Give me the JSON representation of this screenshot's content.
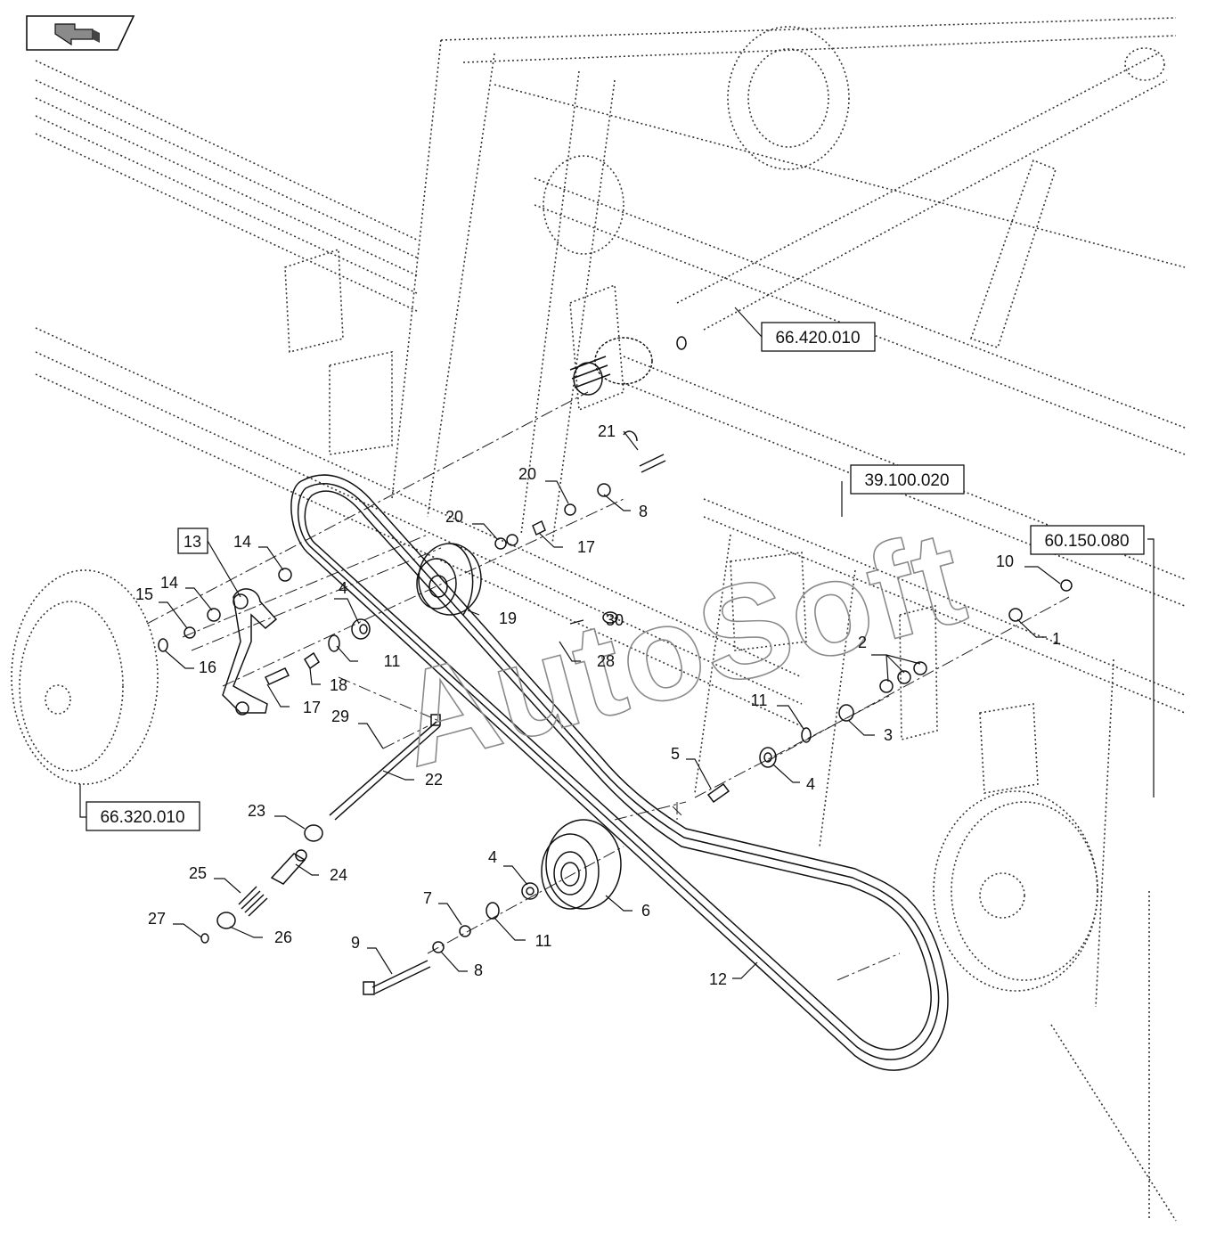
{
  "nav": {
    "back_icon": "back-arrow-icon"
  },
  "references": {
    "r1": "66.420.010",
    "r2": "39.100.020",
    "r3": "60.150.080",
    "r4": "66.320.010"
  },
  "watermark": "AutoSoft",
  "callouts": {
    "c1": "1",
    "c2": "2",
    "c3": "3",
    "c4a": "4",
    "c4b": "4",
    "c4c": "4",
    "c5": "5",
    "c6": "6",
    "c7": "7",
    "c8a": "8",
    "c8b": "8",
    "c9": "9",
    "c10": "10",
    "c11a": "11",
    "c11b": "11",
    "c11c": "11",
    "c12": "12",
    "c13": "13",
    "c14a": "14",
    "c14b": "14",
    "c15": "15",
    "c16": "16",
    "c17a": "17",
    "c17b": "17",
    "c18": "18",
    "c19": "19",
    "c20a": "20",
    "c20b": "20",
    "c21": "21",
    "c22": "22",
    "c23": "23",
    "c24": "24",
    "c25": "25",
    "c26": "26",
    "c27": "27",
    "c28": "28",
    "c29": "29",
    "c30": "30"
  }
}
